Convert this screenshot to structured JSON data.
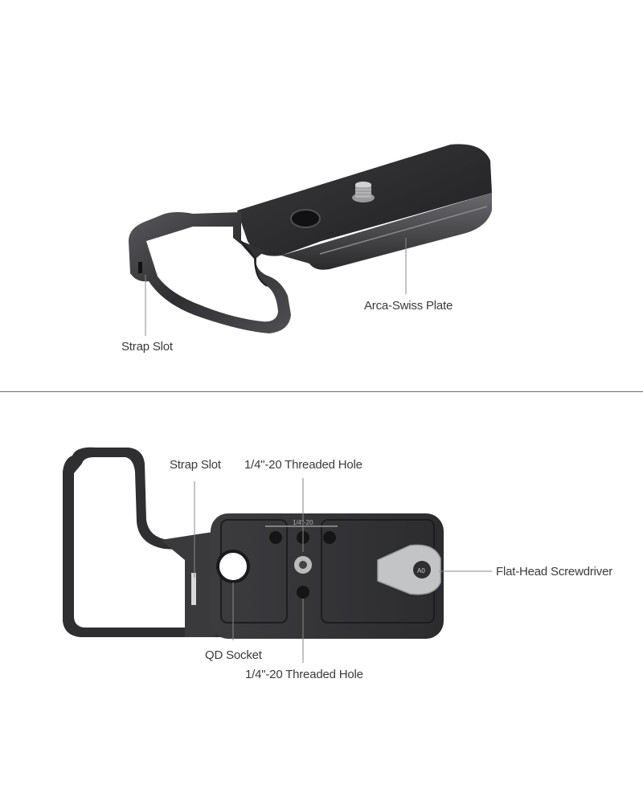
{
  "top_view": {
    "callouts": {
      "strap_slot": "Strap Slot",
      "arca_swiss_plate": "Arca-Swiss Plate"
    }
  },
  "bottom_view": {
    "callouts": {
      "strap_slot": "Strap Slot",
      "threaded_hole_top": "1/4\"-20 Threaded Hole",
      "flat_head_screwdriver": "Flat-Head Screwdriver",
      "qd_socket": "QD Socket",
      "threaded_hole_bottom": "1/4\"-20 Threaded Hole"
    },
    "engravings": {
      "thread_size": "1/4\"-20",
      "tool_mark": "A0"
    }
  },
  "colors": {
    "metal_dark": "#2b2b2d",
    "metal_mid": "#4a4a4d",
    "metal_light": "#6e6e72",
    "silver_tool": "#bfc0c2",
    "leader_line": "#8a8a8a",
    "text": "#3a3a3a"
  }
}
